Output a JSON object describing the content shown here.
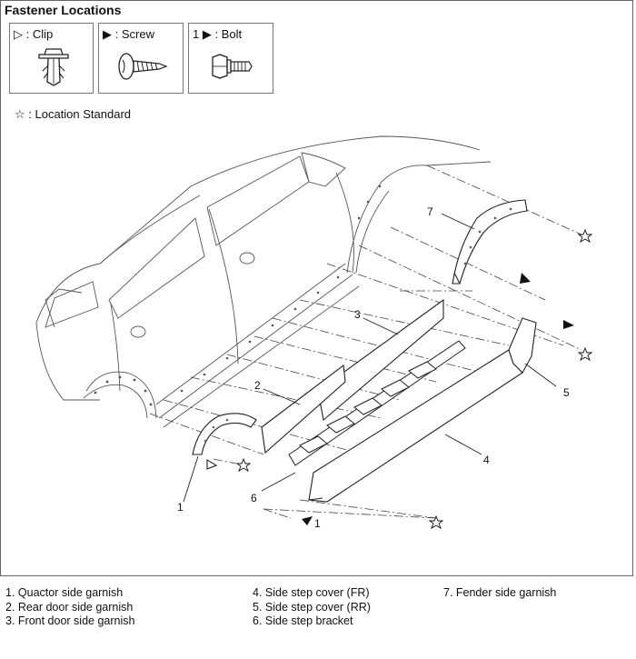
{
  "title": "Fastener Locations",
  "legend": [
    {
      "label": "▷ : Clip",
      "icon": "clip-fastener-icon"
    },
    {
      "label": "▶ : Screw",
      "icon": "screw-fastener-icon"
    },
    {
      "label": "1 ▶ : Bolt",
      "icon": "bolt-fastener-icon"
    }
  ],
  "location_standard": "☆ : Location Standard",
  "callouts": [
    "1",
    "2",
    "3",
    "4",
    "5",
    "6",
    "7"
  ],
  "bolt_marker": "1",
  "parts": {
    "col1": [
      "1. Quactor side garnish",
      "2. Rear door side garnish",
      "3. Front door side garnish"
    ],
    "col2": [
      "4. Side step cover (FR)",
      "5. Side step cover (RR)",
      "6.  Side step bracket"
    ],
    "col3": [
      "7. Fender side garnish"
    ]
  }
}
